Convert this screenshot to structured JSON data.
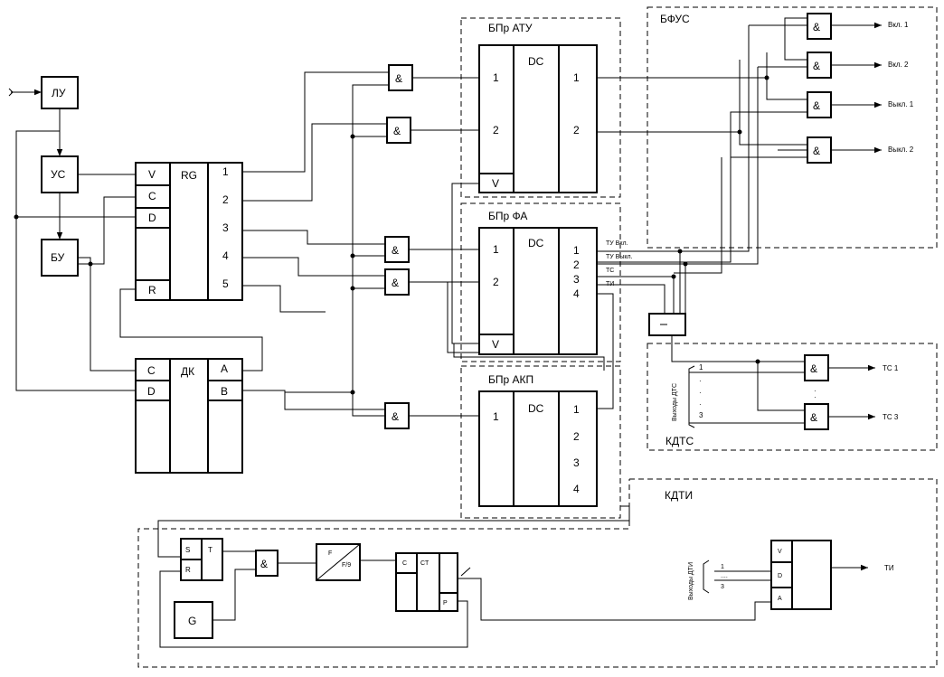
{
  "blocks": {
    "LU": "ЛУ",
    "US": "УС",
    "BU": "БУ",
    "RG": {
      "name": "RG",
      "inputs": [
        "V",
        "C",
        "D",
        "R"
      ],
      "outputs": [
        "1",
        "2",
        "3",
        "4",
        "5"
      ]
    },
    "DK": {
      "name": "ДК",
      "inputs": [
        "C",
        "D"
      ],
      "outputs": [
        "A",
        "B"
      ]
    },
    "and": "&",
    "dc": "DC",
    "v": "V",
    "G": "G",
    "trigger": {
      "s": "S",
      "r": "R",
      "t": "T"
    },
    "ff": {
      "f": "F",
      "f9": "F/9"
    },
    "counter": {
      "c": "C",
      "ct": "CT",
      "p": "P"
    },
    "dti": {
      "v": "V",
      "d": "D",
      "a": "A"
    }
  },
  "groups": {
    "bpr_atu": {
      "title": "БПр АТУ",
      "in": [
        "1",
        "2"
      ],
      "out": [
        "1",
        "2"
      ]
    },
    "bpr_fa": {
      "title": "БПр ФА",
      "in": [
        "1",
        "2"
      ],
      "out": [
        "1",
        "2",
        "3",
        "4"
      ],
      "labels": [
        "ТУ Вкл.",
        "ТУ Выкл.",
        "ТС",
        "ТИ"
      ]
    },
    "bpr_akp": {
      "title": "БПр АКП",
      "in": [
        "1"
      ],
      "out": [
        "1",
        "2",
        "3",
        "4"
      ]
    },
    "bfus": {
      "title": "БФУС",
      "outputs": [
        "Вкл. 1",
        "Вкл. 2",
        "Выкл. 1",
        "Выкл. 2"
      ]
    },
    "kdts": {
      "title": "КДТС",
      "inputs_label": "Выходы ДТС",
      "in": [
        "1",
        "·",
        "·",
        "·",
        "3"
      ],
      "outputs": [
        "ТС 1",
        "ТС 3"
      ]
    },
    "kdti": {
      "title": "КДТИ",
      "inputs_label": "Выходы ДТИ",
      "in": [
        "1",
        "....",
        "3"
      ],
      "output": "ТИ"
    }
  }
}
